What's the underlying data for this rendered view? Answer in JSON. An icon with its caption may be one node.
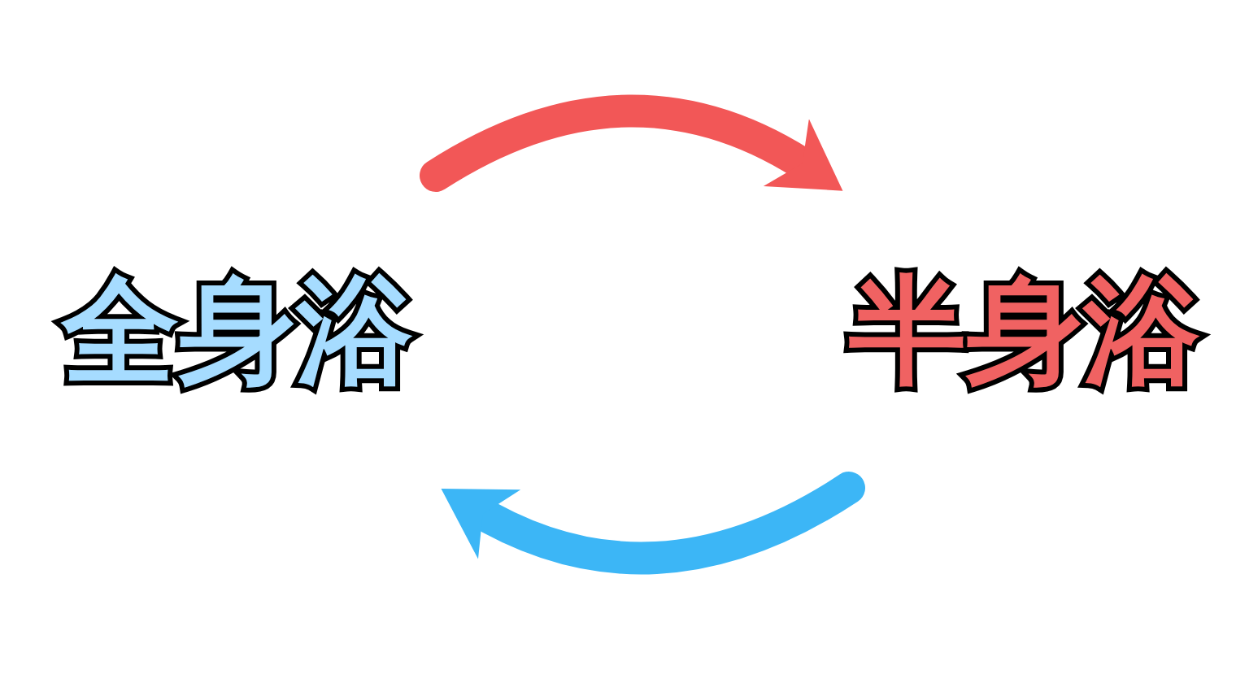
{
  "diagram": {
    "nodes": [
      {
        "text": [
          "全身浴"
        ]
      },
      {
        "text": [
          "半身浴"
        ]
      }
    ],
    "edges": [
      {
        "from": 0,
        "to": 1,
        "arrow": "to",
        "color": "#f25757"
      },
      {
        "from": 1,
        "to": 0,
        "arrow": "to",
        "color": "#3cb6f6"
      }
    ]
  }
}
